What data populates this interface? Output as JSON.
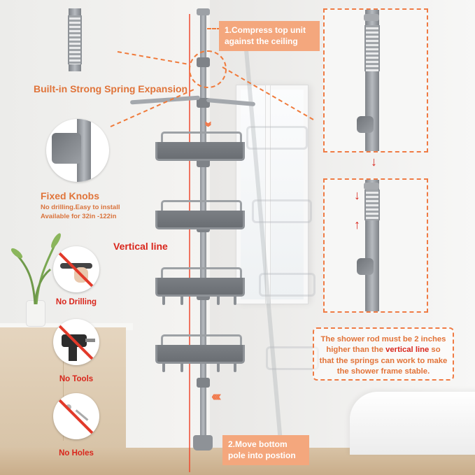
{
  "step1": {
    "text": "1.Compress top unit against the ceiling"
  },
  "step2": {
    "text": "2.Move bottom pole into postion"
  },
  "spring": {
    "title": "Built-in Strong Spring Expansion"
  },
  "knobs": {
    "title": "Fixed Knobs",
    "line1": "No drilling.Easy to install",
    "line2": "Available for 32in -122in"
  },
  "vertical_line": {
    "label": "Vertical line"
  },
  "features": [
    {
      "label": "No Drilling",
      "icon": "drill-hand-icon"
    },
    {
      "label": "No Tools",
      "icon": "power-drill-icon"
    },
    {
      "label": "No Holes",
      "icon": "wall-hole-icon"
    }
  ],
  "note": {
    "part1": "The shower rod must be 2 inches higher than the ",
    "highlight": "vertical line",
    "part2": " so that the springs can work to make the shower frame stable."
  },
  "colors": {
    "accent": "#e0743a",
    "red": "#d9261c",
    "badge": "#f4a77d"
  }
}
